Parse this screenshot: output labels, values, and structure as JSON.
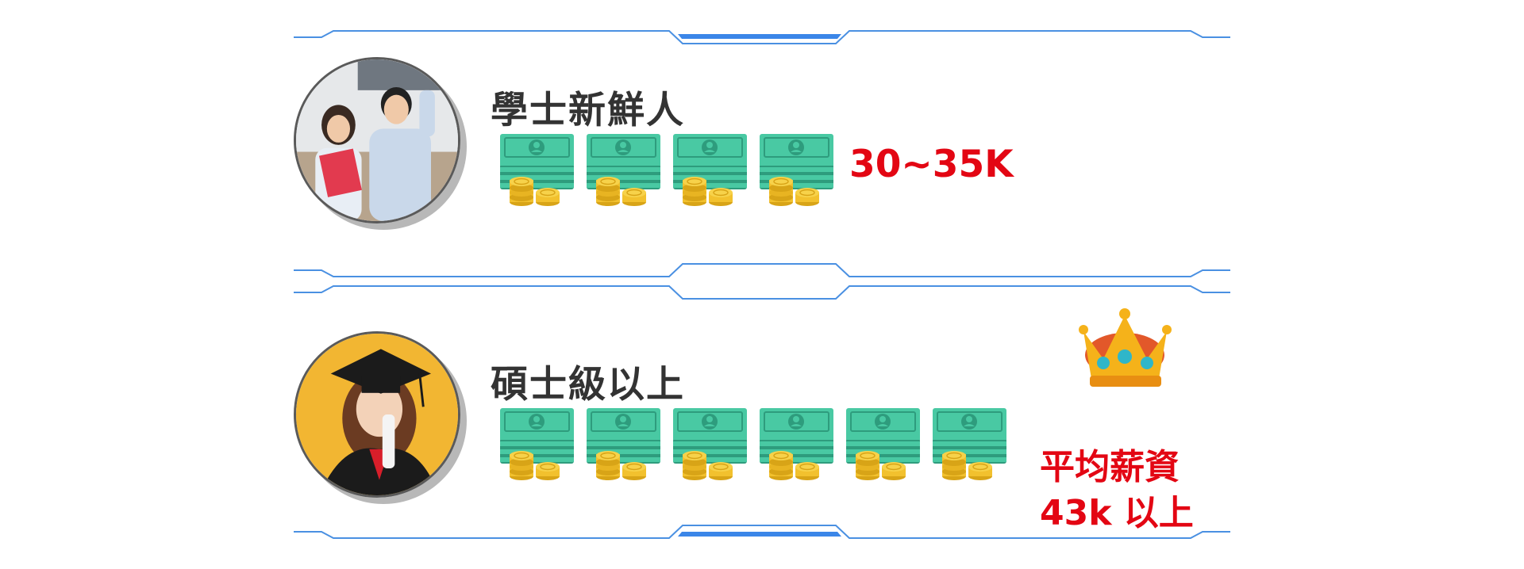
{
  "sections": [
    {
      "title": "學士新鮮人",
      "money_count": 4,
      "salary": "30~35K",
      "avatar": "graduates-photo",
      "icon": "money-stack-icon"
    },
    {
      "title": "碩士級以上",
      "money_count": 6,
      "salary_line1": "平均薪資",
      "salary_line2": "43k 以上",
      "avatar": "graduate-cap-photo",
      "icon": "money-stack-icon",
      "badge_icon": "crown-icon"
    }
  ],
  "colors": {
    "frame_line": "#4a90e2",
    "salary_text": "#e30613",
    "title_text": "#333333",
    "money_green": "#3fbf9b",
    "coin_gold": "#f2c12e"
  }
}
